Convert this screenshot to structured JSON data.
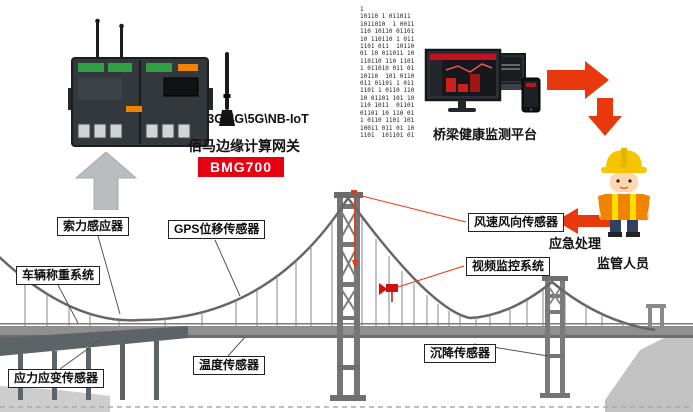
{
  "gateway": {
    "label": "佰马边缘计算网关",
    "model": "BMG700",
    "connectivity": "3G\\4G\\5G\\NB-IoT"
  },
  "platform": {
    "label": "桥梁健康监测平台"
  },
  "personnel": {
    "emergency_label": "应急处理",
    "role_label": "监管人员"
  },
  "sensors": {
    "cable_force": "索力感应器",
    "gps_displacement": "GPS位移传感器",
    "wind": "风速风向传感器",
    "vehicle_weighing": "车辆称重系统",
    "video_monitoring": "视频监控系统",
    "temperature": "温度传感器",
    "settlement": "沉降传感器",
    "stress_strain": "应力应变传感器"
  },
  "datastream": {
    "text": "1\n10110 1 011011\n1011010  1 0011\n110 10110 01101\n10 110110 1 011\n1101 011  10110\n01 10 011011 10\n110110 110 1101\n1 011010 011 01\n10110  101 0110\n011 01101 1 011\n1101 1 0110 110\n10 01101 101 10\n110 1011  01101\n01101 10 110 01\n1 0110 1101 101\n10011 011 01 10\n1101  101101 01"
  },
  "colors": {
    "accent_red": "#e8380d",
    "badge_red": "#e60012",
    "bridge_gray": "#8f8f8f",
    "helmet_yellow": "#f6c500",
    "vest_orange": "#f08300"
  }
}
